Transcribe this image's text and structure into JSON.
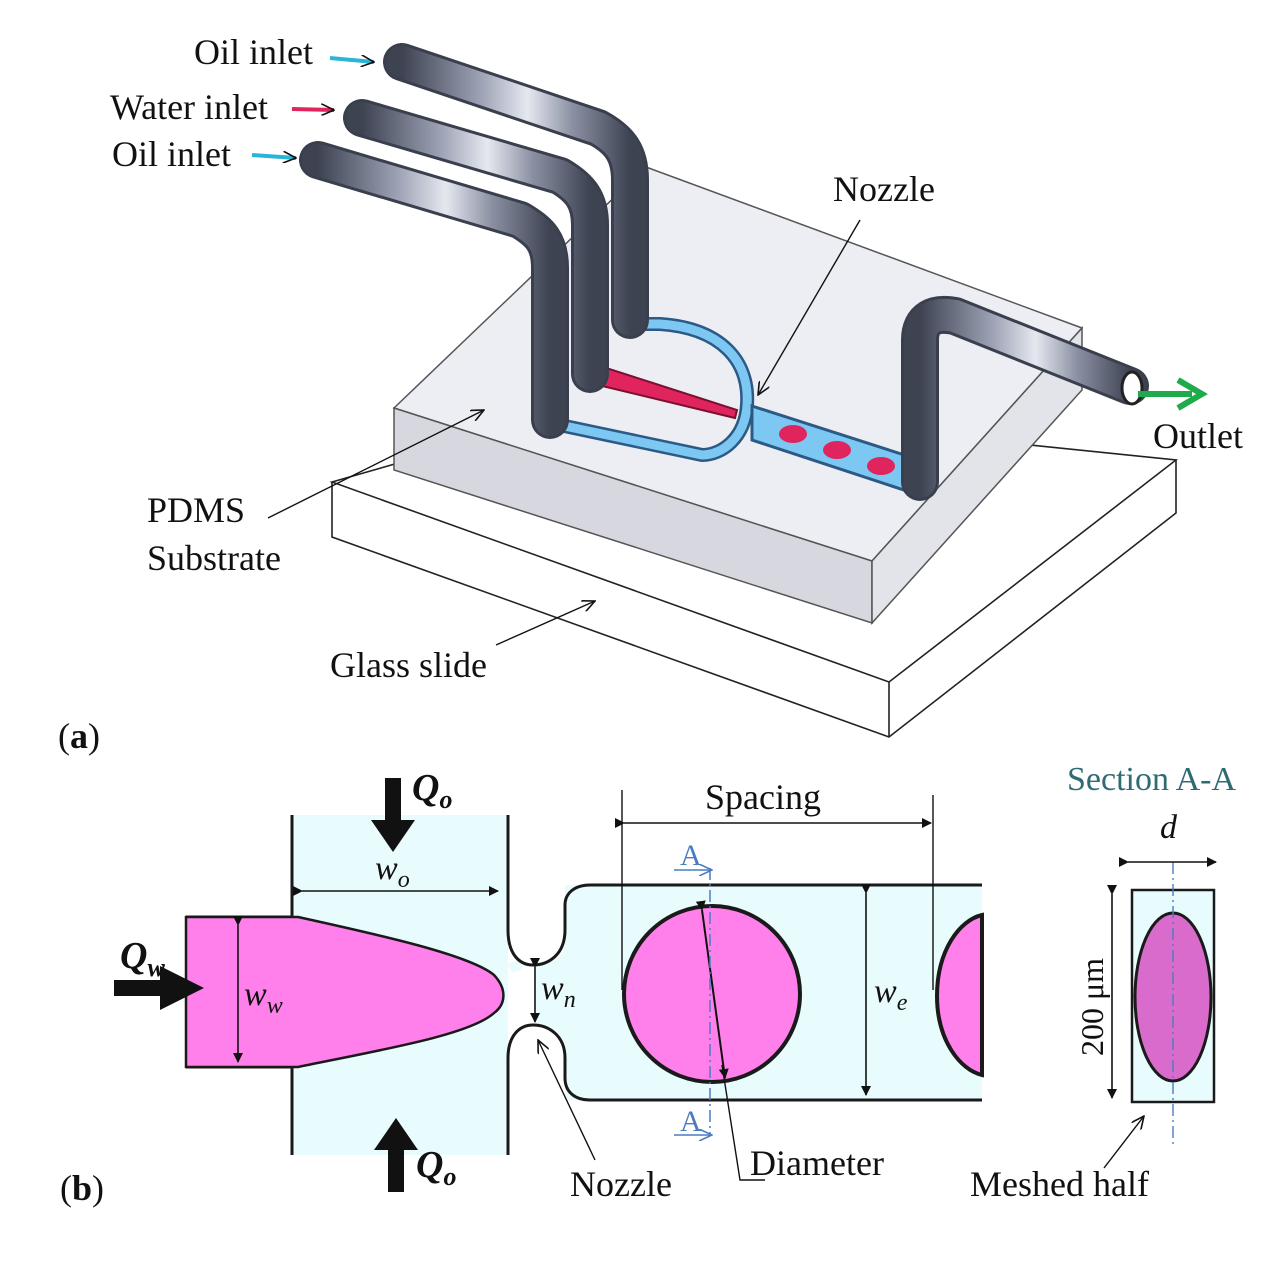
{
  "panel_a": {
    "label_open": "(",
    "label_letter": "a",
    "label_close": ")",
    "oil_inlet_top": "Oil inlet",
    "water_inlet": "Water inlet",
    "oil_inlet_bottom": "Oil inlet",
    "nozzle": "Nozzle",
    "outlet": "Outlet",
    "pdms_line1": "PDMS",
    "pdms_line2": "Substrate",
    "glass_slide": "Glass slide"
  },
  "panel_b": {
    "label_open": "(",
    "label_letter": "b",
    "label_close": ")",
    "q_o_top_main": "Q",
    "q_o_top_sub": "o",
    "q_o_bottom_main": "Q",
    "q_o_bottom_sub": "o",
    "q_w_main": "Q",
    "q_w_sub": "w",
    "w_o_main": "w",
    "w_o_sub": "o",
    "w_w_main": "w",
    "w_w_sub": "w",
    "w_n_main": "w",
    "w_n_sub": "n",
    "w_e_main": "w",
    "w_e_sub": "e",
    "spacing": "Spacing",
    "section_marker_top": "A",
    "section_marker_bottom": "A",
    "diameter": "Diameter",
    "nozzle": "Nozzle",
    "section_title": "Section A-A",
    "d": "d",
    "height": "200 μm",
    "meshed_half": "Meshed half"
  },
  "colors": {
    "oil_arrow": "#29b6d6",
    "water_arrow": "#e0245e",
    "outlet_arrow": "#1faa4b",
    "tube": "#5a6070",
    "channel": "#7cc8f2",
    "droplet": "#f07ce8",
    "water_phase": "#ff80ea",
    "oil_phase": "#e8fbfd",
    "section_text": "#2f6b73",
    "section_marker": "#4a7dc0"
  }
}
